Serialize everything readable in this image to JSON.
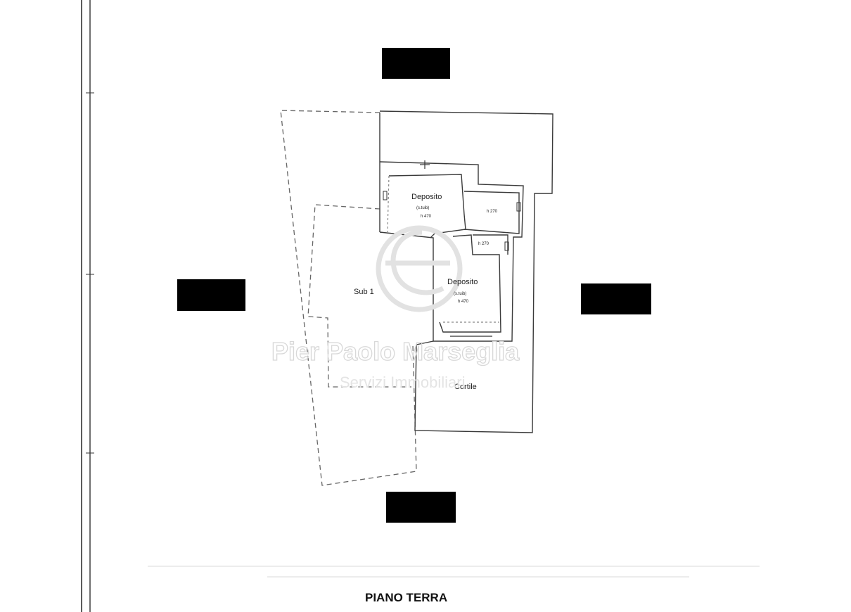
{
  "plan": {
    "title": "PIANO TERRA",
    "rooms": {
      "deposito_top": {
        "name": "Deposito",
        "note_1": "(s.tuib)",
        "note_2": "h 470"
      },
      "deposito_bottom": {
        "name": "Deposito",
        "note_1": "(s.tuib)",
        "note_2": "h 470"
      },
      "small_room_1": {
        "height_note": "h 270"
      },
      "small_room_2": {
        "height_note": "h 270"
      },
      "sub_1": {
        "name": "Sub 1"
      },
      "cortile": {
        "name": "Cortile"
      }
    }
  },
  "watermark": {
    "name": "Pier Paolo Marseglia",
    "subtitle": "Servizi Immobiliari",
    "logo_icon": "agency-logo-icon"
  },
  "colors": {
    "wall": "#3a3a3a",
    "redaction": "#000000",
    "watermark": "#d8d8d8"
  }
}
